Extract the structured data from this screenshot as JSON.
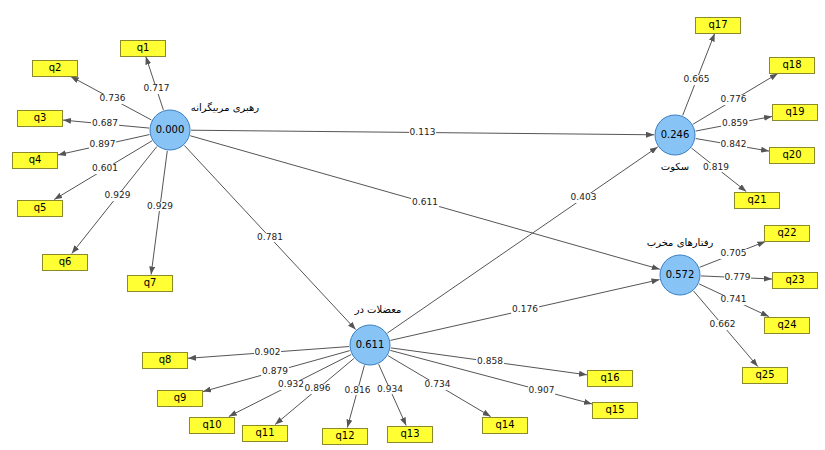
{
  "diagram": {
    "nodes": [
      {
        "text": [
          "0.000",
          "رهبری مربیگرانه"
        ]
      },
      {
        "text": [
          "q1"
        ]
      },
      {
        "text": [
          "q2"
        ]
      },
      {
        "text": [
          "q3"
        ]
      },
      {
        "text": [
          "q4"
        ]
      },
      {
        "text": [
          "q5"
        ]
      },
      {
        "text": [
          "q6"
        ]
      },
      {
        "text": [
          "q7"
        ]
      },
      {
        "text": [
          "0.246",
          "سکوت"
        ]
      },
      {
        "text": [
          "q17"
        ]
      },
      {
        "text": [
          "q18"
        ]
      },
      {
        "text": [
          "q19"
        ]
      },
      {
        "text": [
          "q20"
        ]
      },
      {
        "text": [
          "q21"
        ]
      },
      {
        "text": [
          "0.572",
          "رفتارهای مخرب"
        ]
      },
      {
        "text": [
          "q22"
        ]
      },
      {
        "text": [
          "q23"
        ]
      },
      {
        "text": [
          "q24"
        ]
      },
      {
        "text": [
          "q25"
        ]
      },
      {
        "text": [
          "0.611",
          "معضلات در"
        ]
      },
      {
        "text": [
          "q8"
        ]
      },
      {
        "text": [
          "q9"
        ]
      },
      {
        "text": [
          "q10"
        ]
      },
      {
        "text": [
          "q11"
        ]
      },
      {
        "text": [
          "q12"
        ]
      },
      {
        "text": [
          "q13"
        ]
      },
      {
        "text": [
          "q14"
        ]
      },
      {
        "text": [
          "q15"
        ]
      },
      {
        "text": [
          "q16"
        ]
      }
    ],
    "edges": [
      {
        "from": 0,
        "to": 1,
        "arrow": "to",
        "label": "0.717"
      },
      {
        "from": 0,
        "to": 2,
        "arrow": "to",
        "label": "0.736"
      },
      {
        "from": 0,
        "to": 3,
        "arrow": "to",
        "label": "0.687"
      },
      {
        "from": 0,
        "to": 4,
        "arrow": "to",
        "label": "0.897"
      },
      {
        "from": 0,
        "to": 5,
        "arrow": "to",
        "label": "0.601"
      },
      {
        "from": 0,
        "to": 6,
        "arrow": "to",
        "label": "0.929"
      },
      {
        "from": 0,
        "to": 7,
        "arrow": "to",
        "label": "0.929"
      },
      {
        "from": 8,
        "to": 9,
        "arrow": "to",
        "label": "0.665"
      },
      {
        "from": 8,
        "to": 10,
        "arrow": "to",
        "label": "0.776"
      },
      {
        "from": 8,
        "to": 11,
        "arrow": "to",
        "label": "0.859"
      },
      {
        "from": 8,
        "to": 12,
        "arrow": "to",
        "label": "0.842"
      },
      {
        "from": 8,
        "to": 13,
        "arrow": "to",
        "label": "0.819"
      },
      {
        "from": 14,
        "to": 15,
        "arrow": "to",
        "label": "0.705"
      },
      {
        "from": 14,
        "to": 16,
        "arrow": "to",
        "label": "0.779"
      },
      {
        "from": 14,
        "to": 17,
        "arrow": "to",
        "label": "0.741"
      },
      {
        "from": 14,
        "to": 18,
        "arrow": "to",
        "label": "0.662"
      },
      {
        "from": 19,
        "to": 20,
        "arrow": "to",
        "label": "0.902"
      },
      {
        "from": 19,
        "to": 21,
        "arrow": "to",
        "label": "0.879"
      },
      {
        "from": 19,
        "to": 22,
        "arrow": "to",
        "label": "0.932"
      },
      {
        "from": 19,
        "to": 23,
        "arrow": "to",
        "label": "0.896"
      },
      {
        "from": 19,
        "to": 24,
        "arrow": "to",
        "label": "0.816"
      },
      {
        "from": 19,
        "to": 25,
        "arrow": "to",
        "label": "0.934"
      },
      {
        "from": 19,
        "to": 26,
        "arrow": "to",
        "label": "0.734"
      },
      {
        "from": 19,
        "to": 27,
        "arrow": "to",
        "label": "0.907"
      },
      {
        "from": 19,
        "to": 28,
        "arrow": "to",
        "label": "0.858"
      },
      {
        "from": 0,
        "to": 8,
        "arrow": "to",
        "label": "0.113"
      },
      {
        "from": 0,
        "to": 14,
        "arrow": "to",
        "label": "0.611"
      },
      {
        "from": 0,
        "to": 19,
        "arrow": "to",
        "label": "0.781"
      },
      {
        "from": 19,
        "to": 8,
        "arrow": "to",
        "label": "0.403"
      },
      {
        "from": 19,
        "to": 14,
        "arrow": "to",
        "label": "0.176"
      }
    ]
  }
}
